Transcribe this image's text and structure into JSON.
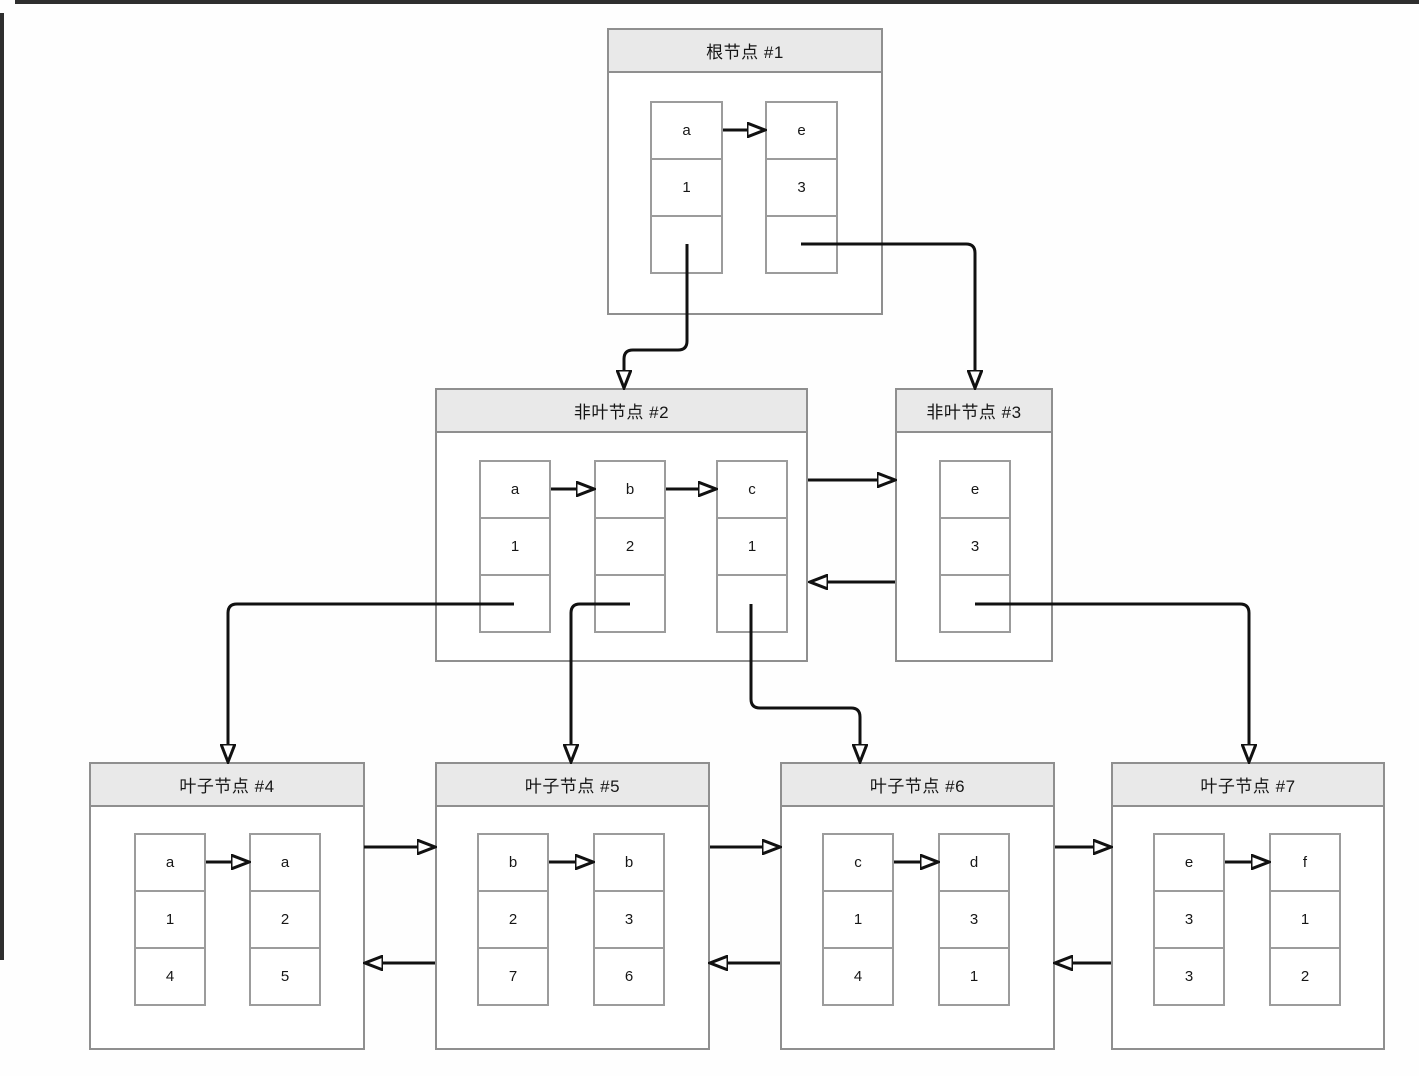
{
  "diagram_type": "bplus-tree-index",
  "nodes": {
    "root": {
      "title": "根节点 #1",
      "entries": [
        {
          "key": "a",
          "value": "1",
          "pointer": ""
        },
        {
          "key": "e",
          "value": "3",
          "pointer": ""
        }
      ]
    },
    "internal2": {
      "title": "非叶节点 #2",
      "entries": [
        {
          "key": "a",
          "value": "1",
          "pointer": ""
        },
        {
          "key": "b",
          "value": "2",
          "pointer": ""
        },
        {
          "key": "c",
          "value": "1",
          "pointer": ""
        }
      ]
    },
    "internal3": {
      "title": "非叶节点 #3",
      "entries": [
        {
          "key": "e",
          "value": "3",
          "pointer": ""
        }
      ]
    },
    "leaf4": {
      "title": "叶子节点 #4",
      "entries": [
        {
          "key": "a",
          "value": "1",
          "pointer": "4"
        },
        {
          "key": "a",
          "value": "2",
          "pointer": "5"
        }
      ]
    },
    "leaf5": {
      "title": "叶子节点 #5",
      "entries": [
        {
          "key": "b",
          "value": "2",
          "pointer": "7"
        },
        {
          "key": "b",
          "value": "3",
          "pointer": "6"
        }
      ]
    },
    "leaf6": {
      "title": "叶子节点 #6",
      "entries": [
        {
          "key": "c",
          "value": "1",
          "pointer": "4"
        },
        {
          "key": "d",
          "value": "3",
          "pointer": "1"
        }
      ]
    },
    "leaf7": {
      "title": "叶子节点 #7",
      "entries": [
        {
          "key": "e",
          "value": "3",
          "pointer": "3"
        },
        {
          "key": "f",
          "value": "1",
          "pointer": "2"
        }
      ]
    }
  },
  "edges": [
    {
      "from": "root.a",
      "to": "root.e",
      "type": "key-link"
    },
    {
      "from": "internal2.a",
      "to": "internal2.b",
      "type": "key-link"
    },
    {
      "from": "internal2.b",
      "to": "internal2.c",
      "type": "key-link"
    },
    {
      "from": "leaf4.entry1",
      "to": "leaf4.entry2",
      "type": "key-link"
    },
    {
      "from": "leaf5.entry1",
      "to": "leaf5.entry2",
      "type": "key-link"
    },
    {
      "from": "leaf6.entry1",
      "to": "leaf6.entry2",
      "type": "key-link"
    },
    {
      "from": "leaf7.entry1",
      "to": "leaf7.entry2",
      "type": "key-link"
    },
    {
      "from": "root.a",
      "to": "internal2",
      "type": "child-pointer"
    },
    {
      "from": "root.e",
      "to": "internal3",
      "type": "child-pointer"
    },
    {
      "from": "internal2.a",
      "to": "leaf4",
      "type": "child-pointer"
    },
    {
      "from": "internal2.b",
      "to": "leaf5",
      "type": "child-pointer"
    },
    {
      "from": "internal2.c",
      "to": "leaf6",
      "type": "child-pointer"
    },
    {
      "from": "internal3.e",
      "to": "leaf7",
      "type": "child-pointer"
    },
    {
      "from": "internal2",
      "to": "internal3",
      "type": "next-sibling"
    },
    {
      "from": "internal3",
      "to": "internal2",
      "type": "prev-sibling"
    },
    {
      "from": "leaf4",
      "to": "leaf5",
      "type": "next-sibling"
    },
    {
      "from": "leaf5",
      "to": "leaf4",
      "type": "prev-sibling"
    },
    {
      "from": "leaf5",
      "to": "leaf6",
      "type": "next-sibling"
    },
    {
      "from": "leaf6",
      "to": "leaf5",
      "type": "prev-sibling"
    },
    {
      "from": "leaf6",
      "to": "leaf7",
      "type": "next-sibling"
    },
    {
      "from": "leaf7",
      "to": "leaf6",
      "type": "prev-sibling"
    }
  ],
  "colors": {
    "node_border": "#8f8f8f",
    "cell_border": "#9c9c9c",
    "header_fill": "#e9e9e9",
    "arrow": "#111111",
    "window_edge": "#2e2e2e",
    "background": "#fefefe"
  }
}
